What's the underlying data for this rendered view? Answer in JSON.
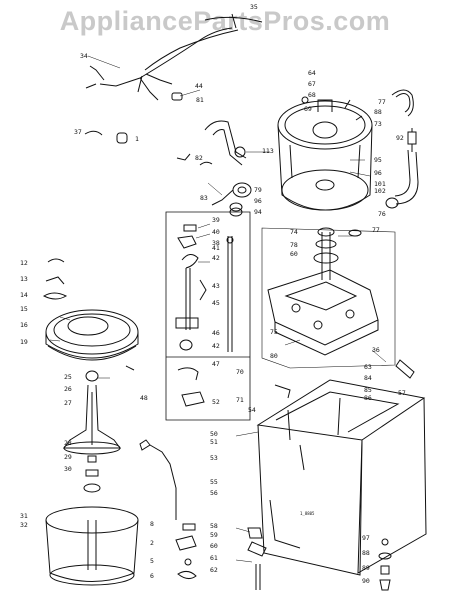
{
  "watermark": "AppliancePartsPros.com",
  "diagram_stamp": "1_8805",
  "callouts": {
    "c35": "35",
    "c34": "34",
    "c44": "44",
    "c81": "81",
    "c37": "37",
    "c1": "1",
    "c82": "82",
    "c113": "113",
    "c83": "83",
    "c79": "79",
    "c96a": "96",
    "c94": "94",
    "c64": "64",
    "c67": "67",
    "c68": "68",
    "c69": "69",
    "c77": "77",
    "c88": "88",
    "c73": "73",
    "c92": "92",
    "c95": "95",
    "c96": "96",
    "c101": "101",
    "c102": "102",
    "c76": "76",
    "c74": "74",
    "c78": "78",
    "c60": "60",
    "c39": "39",
    "c40": "40",
    "c38": "38",
    "c41": "41",
    "c42": "42",
    "c43": "43",
    "c45": "45",
    "c46": "46",
    "c47": "47",
    "c52": "52",
    "c12": "12",
    "c13": "13",
    "c14": "14",
    "c15": "15",
    "c16": "16",
    "c19": "19",
    "c25": "25",
    "c26": "26",
    "c27": "27",
    "c28": "28",
    "c29": "29",
    "c30": "30",
    "c31": "31",
    "c32": "32",
    "c75": "75",
    "c80": "80",
    "c70": "70",
    "c71": "71",
    "c36": "36",
    "c63": "63",
    "c84": "84",
    "c85": "85",
    "c86": "86",
    "c57": "57",
    "c54": "54",
    "c48": "48",
    "c50": "50",
    "c51": "51",
    "c53": "53",
    "c55": "55",
    "c56": "56",
    "c58": "58",
    "c59": "59",
    "c61": "61",
    "c62": "62",
    "c8": "8",
    "c2": "2",
    "c5": "5",
    "c6": "6",
    "c97": "97",
    "c89": "89",
    "c90": "90"
  }
}
